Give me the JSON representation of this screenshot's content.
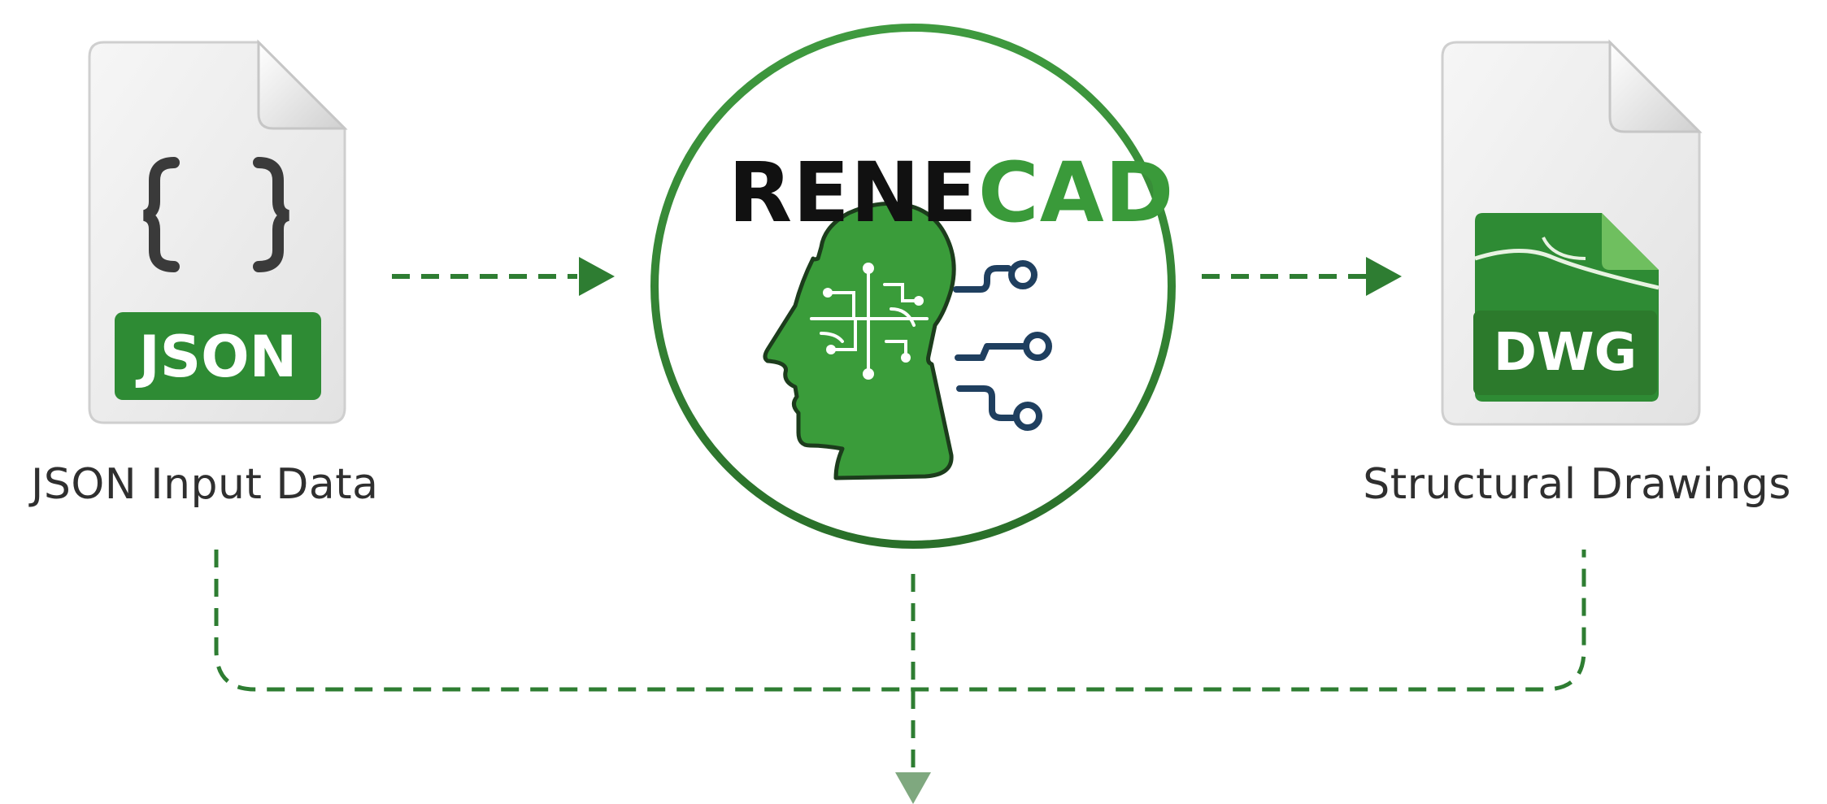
{
  "nodes": {
    "input": {
      "badge": "JSON",
      "caption": "JSON Input Data",
      "icon": "json-file-icon"
    },
    "engine": {
      "brand_part1": "RENE",
      "brand_part2": "CAD",
      "icon": "ai-brain-circuit-icon"
    },
    "output": {
      "badge": "DWG",
      "caption": "Structural Drawings",
      "icon": "dwg-file-icon"
    }
  },
  "colors": {
    "green": "#2e8b34",
    "dark_green": "#2c7a2c",
    "circle_border": "#3b8a3b",
    "brain_green": "#3a9c3a",
    "circuit_navy": "#1f3f5f",
    "file_gray": "#eeeeee"
  }
}
